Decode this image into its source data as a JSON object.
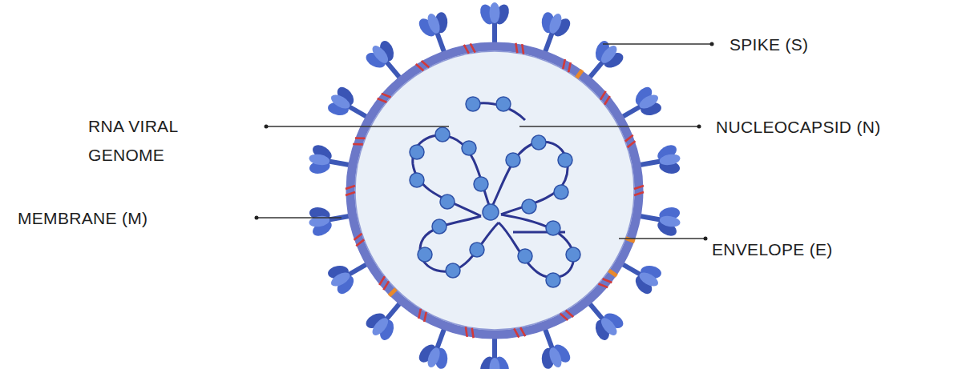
{
  "diagram": {
    "labels": [
      "SPIKE (S)",
      "RNA VIRAL GENOME",
      "NUCLEOCAPSID (N)",
      "MEMBRANE (M)",
      "ENVELOPE (E)"
    ]
  }
}
